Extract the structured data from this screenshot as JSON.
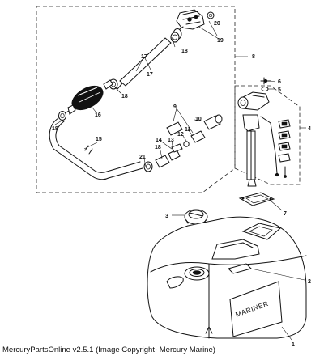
{
  "caption": "MercuryPartsOnline v2.5.1 (Image Copyright- Mercury Marine)",
  "tank_brand": "MARINER",
  "callouts": {
    "c1": "1",
    "c2": "2",
    "c3": "3",
    "c4": "4",
    "c5": "5",
    "c6": "6",
    "c7": "7",
    "c8": "8",
    "c9": "9",
    "c10": "10",
    "c11": "11",
    "c12": "12",
    "c13": "13",
    "c14": "14",
    "c15": "15",
    "c16": "16",
    "c17": "17",
    "c18": "18",
    "c19": "19",
    "c20": "20",
    "c21": "21"
  }
}
